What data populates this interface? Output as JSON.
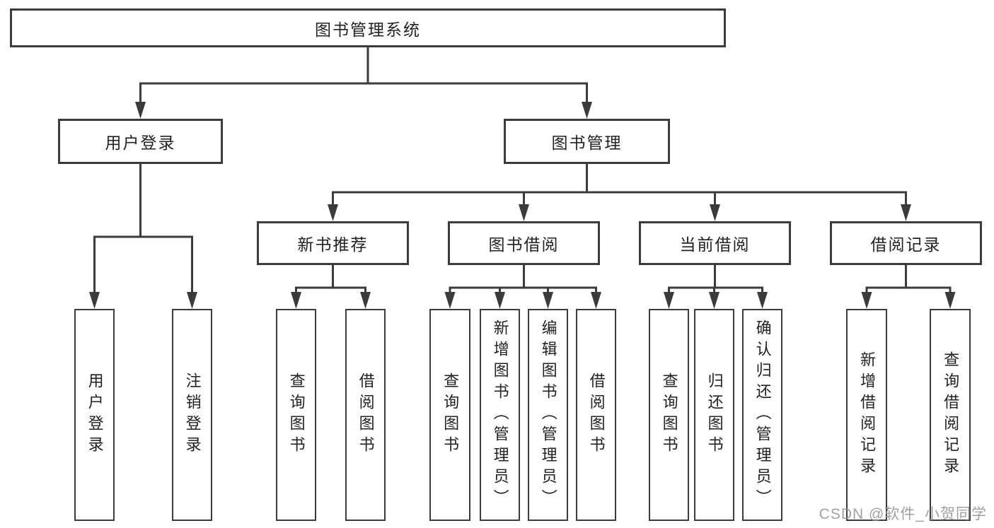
{
  "diagram_title": "图书管理系统",
  "tree": {
    "root": {
      "label": "图书管理系统"
    },
    "branches": [
      {
        "label": "用户登录",
        "children": [
          {
            "label": "用户登录"
          },
          {
            "label": "注销登录"
          }
        ]
      },
      {
        "label": "图书管理",
        "children": [
          {
            "label": "新书推荐",
            "children": [
              {
                "label": "查询图书"
              },
              {
                "label": "借阅图书"
              }
            ]
          },
          {
            "label": "图书借阅",
            "children": [
              {
                "label": "查询图书"
              },
              {
                "label": "新增图书（管理员）"
              },
              {
                "label": "编辑图书（管理员）"
              },
              {
                "label": "借阅图书"
              }
            ]
          },
          {
            "label": "当前借阅",
            "children": [
              {
                "label": "查询图书"
              },
              {
                "label": "归还图书"
              },
              {
                "label": "确认归还（管理员）"
              }
            ]
          },
          {
            "label": "借阅记录",
            "children": [
              {
                "label": "新增借阅记录"
              },
              {
                "label": "查询借阅记录"
              }
            ]
          }
        ]
      }
    ]
  },
  "watermark": "CSDN @软件_小贺同学",
  "colors": {
    "line": "#3b3b3b",
    "text": "#222222",
    "background": "#ffffff",
    "watermark": "#969696"
  }
}
